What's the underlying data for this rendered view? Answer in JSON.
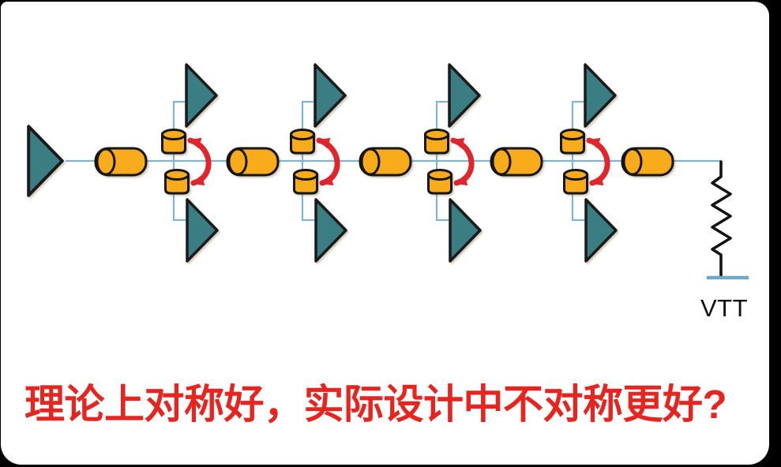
{
  "diagram": {
    "vtt_label": "VTT",
    "tap_count": 4,
    "transmission_segment_count": 5,
    "colors": {
      "triangle": "#3A7D83",
      "cylinder": "#F8AC1B",
      "trace": "#7FB5CE",
      "arrow": "#E0262C",
      "resistor": "#141414",
      "caption": "#E62420",
      "background": "#FFFFFF",
      "frame": "#000000"
    }
  },
  "caption": {
    "text": "理论上对称好，实际设计中不对称更好?"
  }
}
